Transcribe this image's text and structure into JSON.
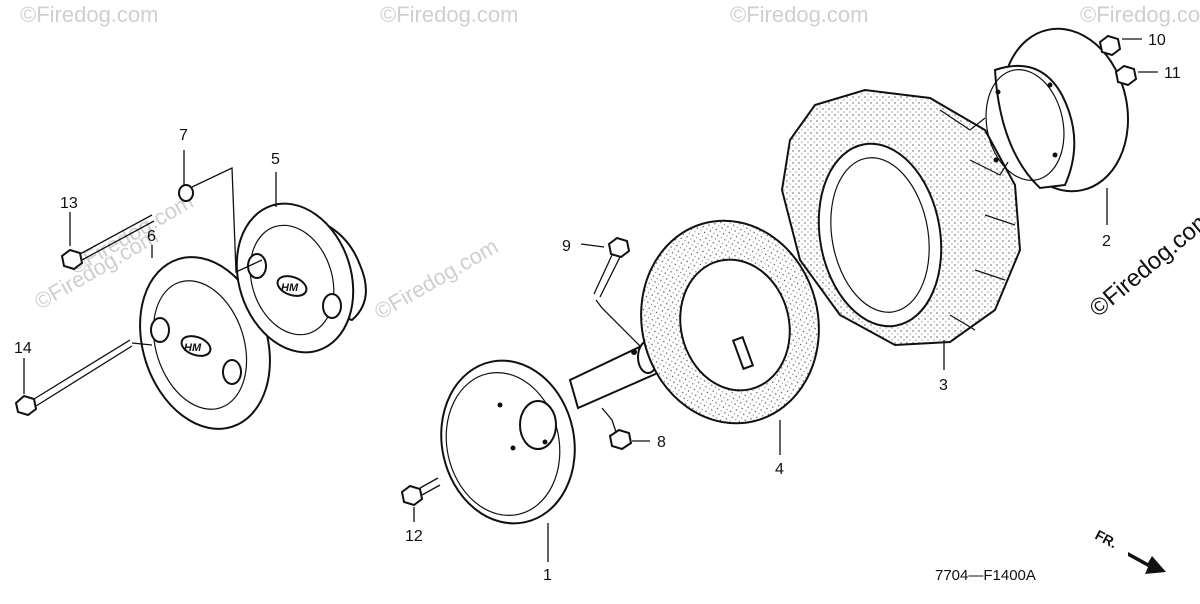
{
  "diagram": {
    "part_labels": [
      "1",
      "2",
      "3",
      "4",
      "5",
      "6",
      "7",
      "8",
      "9",
      "10",
      "11",
      "12",
      "13",
      "14"
    ],
    "figure_code": "7704—F1400A",
    "direction_label": "FR.",
    "logo_text": "HM",
    "watermark_text": "©Firedog.com"
  }
}
